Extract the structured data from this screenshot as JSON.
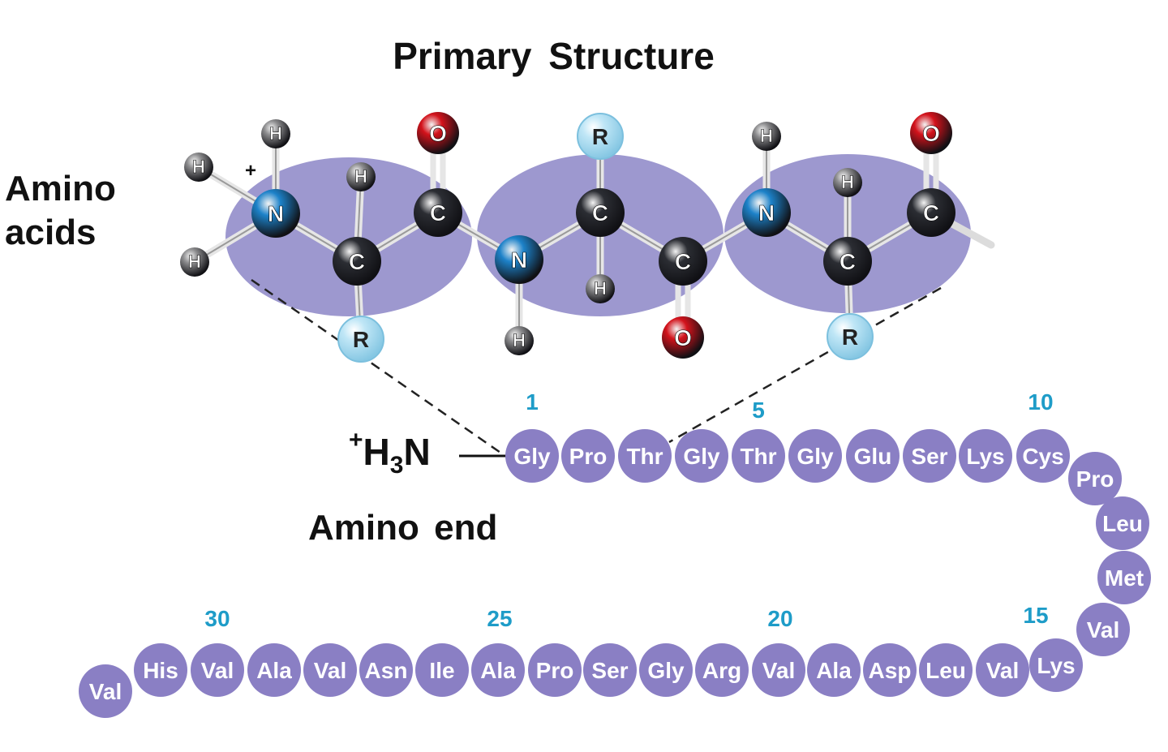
{
  "title": "Primary Structure",
  "amino_acids_label": [
    "Amino",
    "acids"
  ],
  "amino_end_label": "Amino end",
  "n_terminus": {
    "charge": "+",
    "h": "H",
    "sub": "3",
    "n": "N"
  },
  "colors": {
    "bead": "#8a7fc4",
    "bead_text": "#ffffff",
    "oval": "#9d98cf",
    "number": "#1e9cc8",
    "carbon": "#2b2d33",
    "nitrogen": "#1d82c9",
    "oxygen": "#d3121b",
    "hydrogen": "#8d8d8f",
    "r_group": "#bfe6f6"
  },
  "plus_sign": "+",
  "atoms": [
    {
      "label": "H",
      "kind": "H"
    },
    {
      "label": "H",
      "kind": "H"
    },
    {
      "label": "H",
      "kind": "H"
    },
    {
      "label": "N",
      "kind": "N"
    },
    {
      "label": "H",
      "kind": "H"
    },
    {
      "label": "C",
      "kind": "C"
    },
    {
      "label": "R",
      "kind": "R"
    },
    {
      "label": "C",
      "kind": "C"
    },
    {
      "label": "O",
      "kind": "O"
    },
    {
      "label": "N",
      "kind": "N"
    },
    {
      "label": "H",
      "kind": "H"
    },
    {
      "label": "C",
      "kind": "C"
    },
    {
      "label": "R",
      "kind": "R"
    },
    {
      "label": "H",
      "kind": "H"
    },
    {
      "label": "C",
      "kind": "C"
    },
    {
      "label": "O",
      "kind": "O"
    },
    {
      "label": "N",
      "kind": "N"
    },
    {
      "label": "H",
      "kind": "H"
    },
    {
      "label": "C",
      "kind": "C"
    },
    {
      "label": "H",
      "kind": "H"
    },
    {
      "label": "R",
      "kind": "R"
    },
    {
      "label": "C",
      "kind": "C"
    },
    {
      "label": "O",
      "kind": "O"
    }
  ],
  "sequence": [
    "Gly",
    "Pro",
    "Thr",
    "Gly",
    "Thr",
    "Gly",
    "Glu",
    "Ser",
    "Lys",
    "Cys",
    "Pro",
    "Leu",
    "Met",
    "Val",
    "Lys",
    "Val",
    "Leu",
    "Asp",
    "Ala",
    "Val",
    "Arg",
    "Gly",
    "Ser",
    "Pro",
    "Ala",
    "Ile",
    "Asn",
    "Val",
    "Ala",
    "Val",
    "His",
    "Val"
  ],
  "position_numbers": [
    "1",
    "5",
    "10",
    "15",
    "20",
    "25",
    "30"
  ]
}
